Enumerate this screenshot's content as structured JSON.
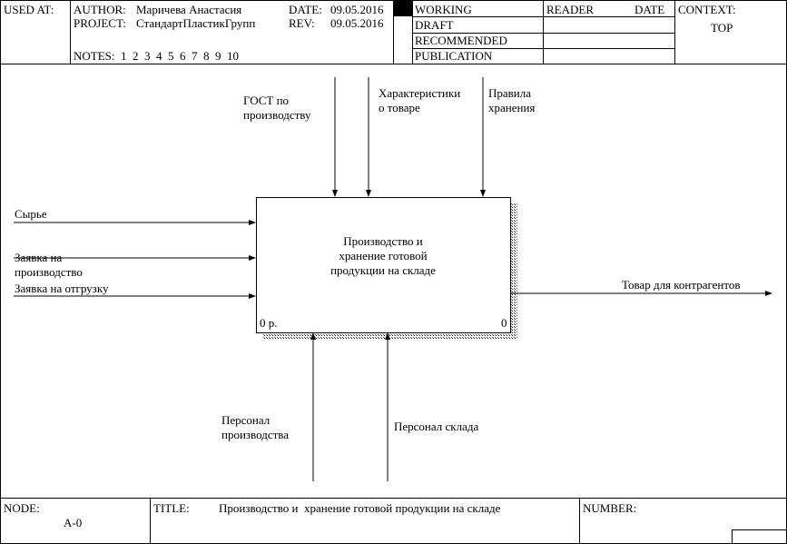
{
  "header": {
    "used_at": "USED AT:",
    "author_label": "AUTHOR:",
    "author": "Маричева Анастасия",
    "project_label": "PROJECT:",
    "project": "СтандартПластикГрупп",
    "date_label": "DATE:",
    "date": "09.05.2016",
    "rev_label": "REV:",
    "rev": "09.05.2016",
    "notes": "NOTES:  1  2  3  4  5  6  7  8  9  10",
    "statuses": [
      "WORKING",
      "DRAFT",
      "RECOMMENDED",
      "PUBLICATION"
    ],
    "reader": "READER",
    "reader_date": "DATE",
    "context": "CONTEXT:",
    "context_value": "TOP"
  },
  "diagram": {
    "box_label": "Производство и\nхранение готовой\nпродукции на складе",
    "box_cost": "0 р.",
    "box_number": "0",
    "controls": [
      "ГОСТ по\nпроизводству",
      "Характеристики\nо товаре",
      "Правила\nхранения"
    ],
    "inputs": [
      "Сырье",
      "Заявка на\nпроизводство",
      "Заявка на отгрузку"
    ],
    "outputs": [
      "Товар для контрагентов"
    ],
    "mechanisms": [
      "Персонал\nпроизводства",
      "Персонал склада"
    ]
  },
  "footer": {
    "node_label": "NODE:",
    "node": "A-0",
    "title_label": "TITLE:",
    "title": "Производство и  хранение готовой продукции на складе",
    "number_label": "NUMBER:"
  }
}
